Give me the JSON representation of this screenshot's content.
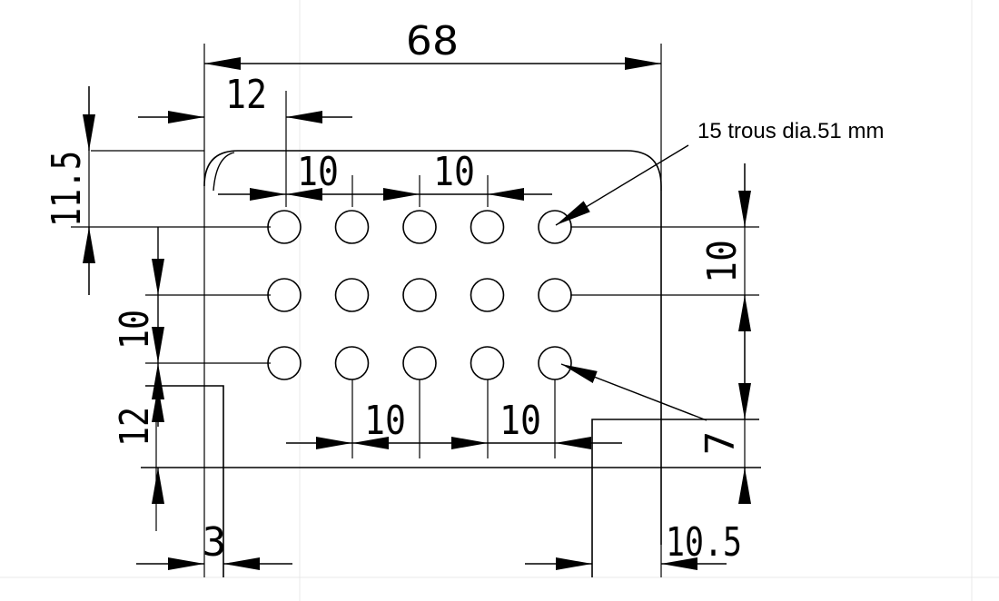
{
  "drawing": {
    "dimensions": {
      "overall_width": "68",
      "left_offset": "12",
      "hole_pitch_top_1": "10",
      "hole_pitch_top_2": "10",
      "top_offset": "11.5",
      "row_pitch_right": "10",
      "row_pitch_left": "10",
      "bottom_offset_left": "12",
      "hole_pitch_bottom_1": "10",
      "hole_pitch_bottom_2": "10",
      "notch_height": "7",
      "left_notch_width": "3",
      "right_notch_width": "10.5"
    },
    "notes": {
      "holes_top": "15 trous dia.51 mm"
    },
    "holes": {
      "rows": 3,
      "cols": 5
    }
  }
}
